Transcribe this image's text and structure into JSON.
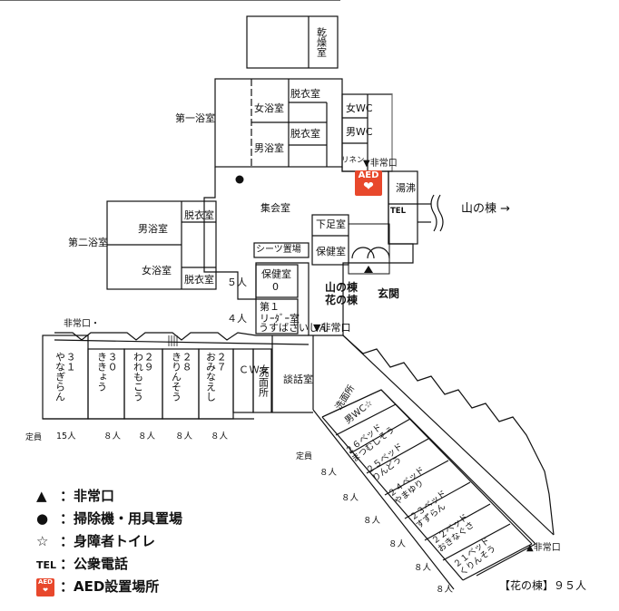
{
  "rooms": {
    "drying": "乾燥室",
    "bath1": "第一浴室",
    "women_bath1": "女浴室",
    "changing1a": "脱衣室",
    "changing1b": "脱衣室",
    "men_bath1": "男浴室",
    "women_wc_top": "女WC",
    "men_wc_top": "男WC",
    "linen": "リネン",
    "water_heater": "湯沸",
    "tel_mark": "TEL",
    "assembly": "集会室",
    "bath2": "第二浴室",
    "men_bath2": "男浴室",
    "changing2a": "脱衣室",
    "women_bath2": "女浴室",
    "changing2b": "脱衣室",
    "shoe_room": "下足室",
    "health_room_right": "保健室",
    "sheets": "シーツ置場",
    "health_room": "保健室",
    "health_room_sub": "0",
    "leader_room": "第１\nリｰﾀﾞｰ室",
    "usuba": "うすばさいしん",
    "r31": "３１\nやなぎらん",
    "r30": "３０\nききょう",
    "r29": "２９\nわれもこう",
    "r28": "２８\nきりんそう",
    "r27": "２７\nおみなえし",
    "wc_women": "女\nＷ\nＣ",
    "washroom": "洗面所",
    "lounge": "談話室",
    "washroom2": "洗面所",
    "men_wc2": "男WC☆",
    "b26": "２６ベッド\nまつむしそう",
    "b25": "２５ベッド\nりんどう",
    "b24": "２４ベッド\nやまゆり",
    "b23": "２３ベッド\nすずらん",
    "b22": "２２ベッド\nおきなぐさ",
    "b21": "２１ベッド\nくりんそう"
  },
  "labels": {
    "emergency_exit_top": "▼非常口",
    "emergency_exit_left": "非常口・",
    "emergency_exit_mid": "▼非常口",
    "emergency_exit_bottom": "▲非常口",
    "yama_link": "山の棟 →",
    "entrance_bldg": "山の棟\n花の棟",
    "entrance": "玄関",
    "cap5": "５人",
    "cap4": "４人",
    "capacity_label_left": "定員",
    "capacity_label_right": "定員",
    "cap31": "15人",
    "cap30": "８人",
    "cap29": "８人",
    "cap28": "８人",
    "cap27": "８人",
    "cap26": "８人",
    "cap25": "８人",
    "cap24": "８人",
    "cap23": "８人",
    "cap22": "８人",
    "cap21": "８人",
    "aed": "AED",
    "footer": "【花の棟】９５人"
  },
  "legend": [
    {
      "symbol": "▲",
      "text": "：非常口"
    },
    {
      "symbol": "●",
      "text": "：掃除機・用具置場"
    },
    {
      "symbol": "☆",
      "text": "：身障者トイレ"
    },
    {
      "symbol": "TEL",
      "text": "：公衆電話"
    },
    {
      "symbol": "AED",
      "text": "：AED設置場所"
    }
  ],
  "colors": {
    "aed": "#e8482c",
    "line": "#111111"
  }
}
